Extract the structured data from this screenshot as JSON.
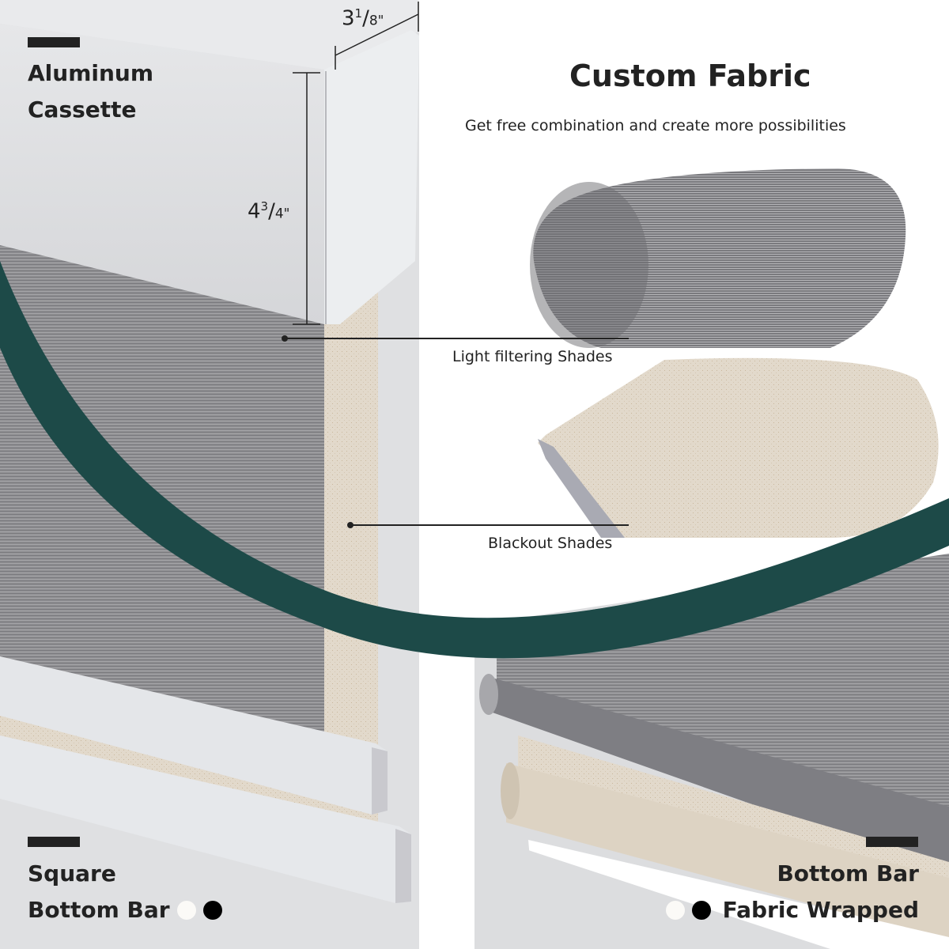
{
  "title": "Custom Fabric",
  "subtitle": "Get free combination and create more possibilities",
  "cassette": {
    "heading_line1": "Aluminum",
    "heading_line2": "Cassette",
    "width_whole": "3",
    "width_num": "1",
    "width_den": "8\"",
    "height_whole": "4",
    "height_num": "3",
    "height_den": "4\""
  },
  "callouts": {
    "light_filtering": "Light filtering Shades",
    "blackout": "Blackout Shades"
  },
  "square_bar": {
    "heading_line1": "Square",
    "heading_line2": "Bottom Bar",
    "colors": [
      "white",
      "black"
    ]
  },
  "fabric_bar": {
    "heading_line1": "Bottom Bar",
    "heading_line2": "Fabric Wrapped",
    "colors": [
      "white",
      "black"
    ]
  },
  "palette": {
    "accent": "#1d4a48",
    "swatch_white": "#fbfaf7",
    "swatch_black": "#000000"
  }
}
